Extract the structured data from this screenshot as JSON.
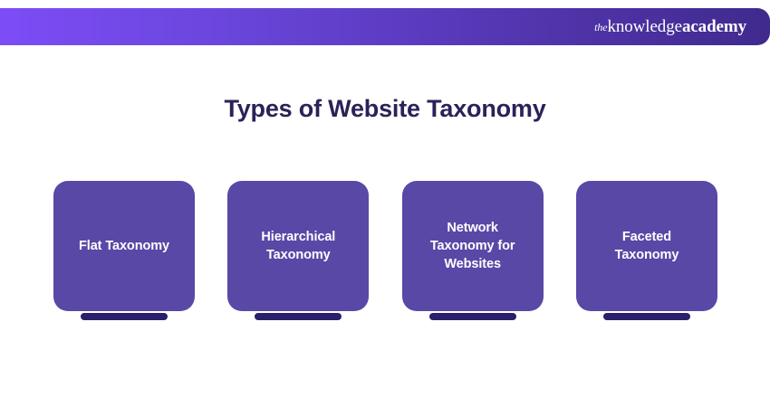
{
  "header": {
    "brand": {
      "the": "the",
      "knowledge": "knowledge",
      "academy": "academy",
      "full_text": "theknowledgeacademy"
    },
    "gradient_start": "#7d4cf6",
    "gradient_end": "#402a8d"
  },
  "title": "Types of Website Taxonomy",
  "title_color": "#2b2258",
  "card_color": "#5948a6",
  "card_base_color": "#2a1f6b",
  "cards": [
    {
      "label": "Flat Taxonomy"
    },
    {
      "label": "Hierarchical Taxonomy"
    },
    {
      "label": "Network Taxonomy for Websites"
    },
    {
      "label": "Faceted Taxonomy"
    }
  ]
}
